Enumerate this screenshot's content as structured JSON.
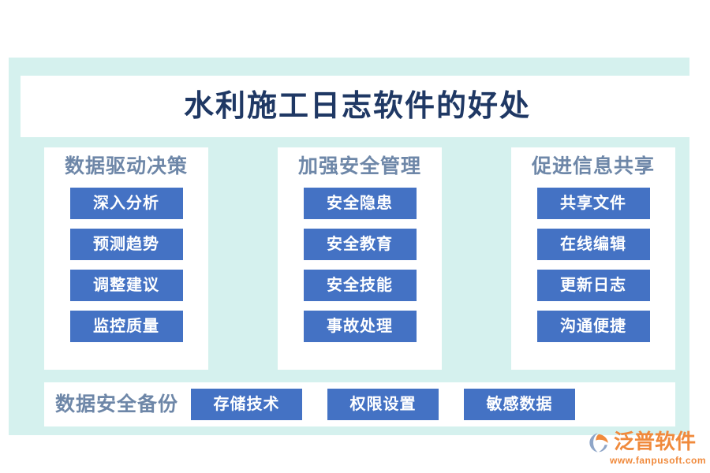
{
  "infographic": {
    "title": "水利施工日志软件的好处",
    "colors": {
      "panel_background": "#d5f1ee",
      "card_background": "#ffffff",
      "title_color": "#1f3864",
      "heading_color": "#6e87a8",
      "pill_background": "#4472c4",
      "pill_text": "#ffffff",
      "logo_color": "#f08a3c"
    },
    "columns": [
      {
        "heading": "数据驱动决策",
        "items": [
          "深入分析",
          "预测趋势",
          "调整建议",
          "监控质量"
        ]
      },
      {
        "heading": "加强安全管理",
        "items": [
          "安全隐患",
          "安全教育",
          "安全技能",
          "事故处理"
        ]
      },
      {
        "heading": "促进信息共享",
        "items": [
          "共享文件",
          "在线编辑",
          "更新日志",
          "沟通便捷"
        ]
      }
    ],
    "bottom_row": {
      "heading": "数据安全备份",
      "items": [
        "存储技术",
        "权限设置",
        "敏感数据"
      ]
    }
  },
  "logo": {
    "name": "泛普软件",
    "url": "www.fanpusoft.com"
  }
}
